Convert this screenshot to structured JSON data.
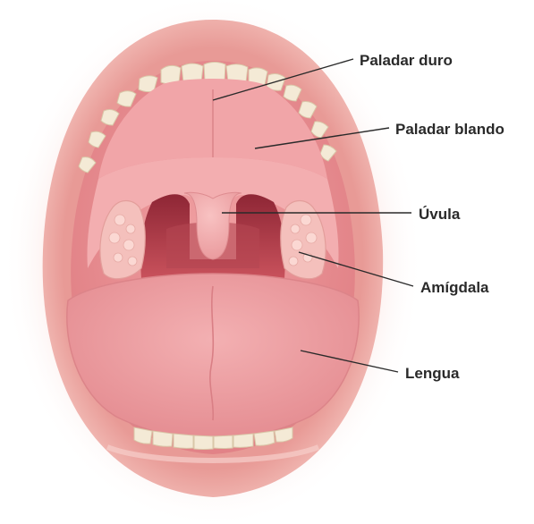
{
  "diagram": {
    "subject": "open-mouth-anatomy",
    "labels": [
      {
        "id": "hard-palate",
        "text": "Paladar duro"
      },
      {
        "id": "soft-palate",
        "text": "Paladar blando"
      },
      {
        "id": "uvula",
        "text": "Úvula"
      },
      {
        "id": "tonsil",
        "text": "Amígdala"
      },
      {
        "id": "tongue",
        "text": "Lengua"
      }
    ]
  },
  "colors": {
    "lips": "#f2b9b3",
    "lips_shade": "#e8a39d",
    "oral_cavity": "#e88f91",
    "palate": "#f2a7a8",
    "throat": "#b8424e",
    "tonsil": "#f6c7c2",
    "tongue": "#eea0a3",
    "teeth": "#f4ead6",
    "text": "#2a2a2a"
  }
}
